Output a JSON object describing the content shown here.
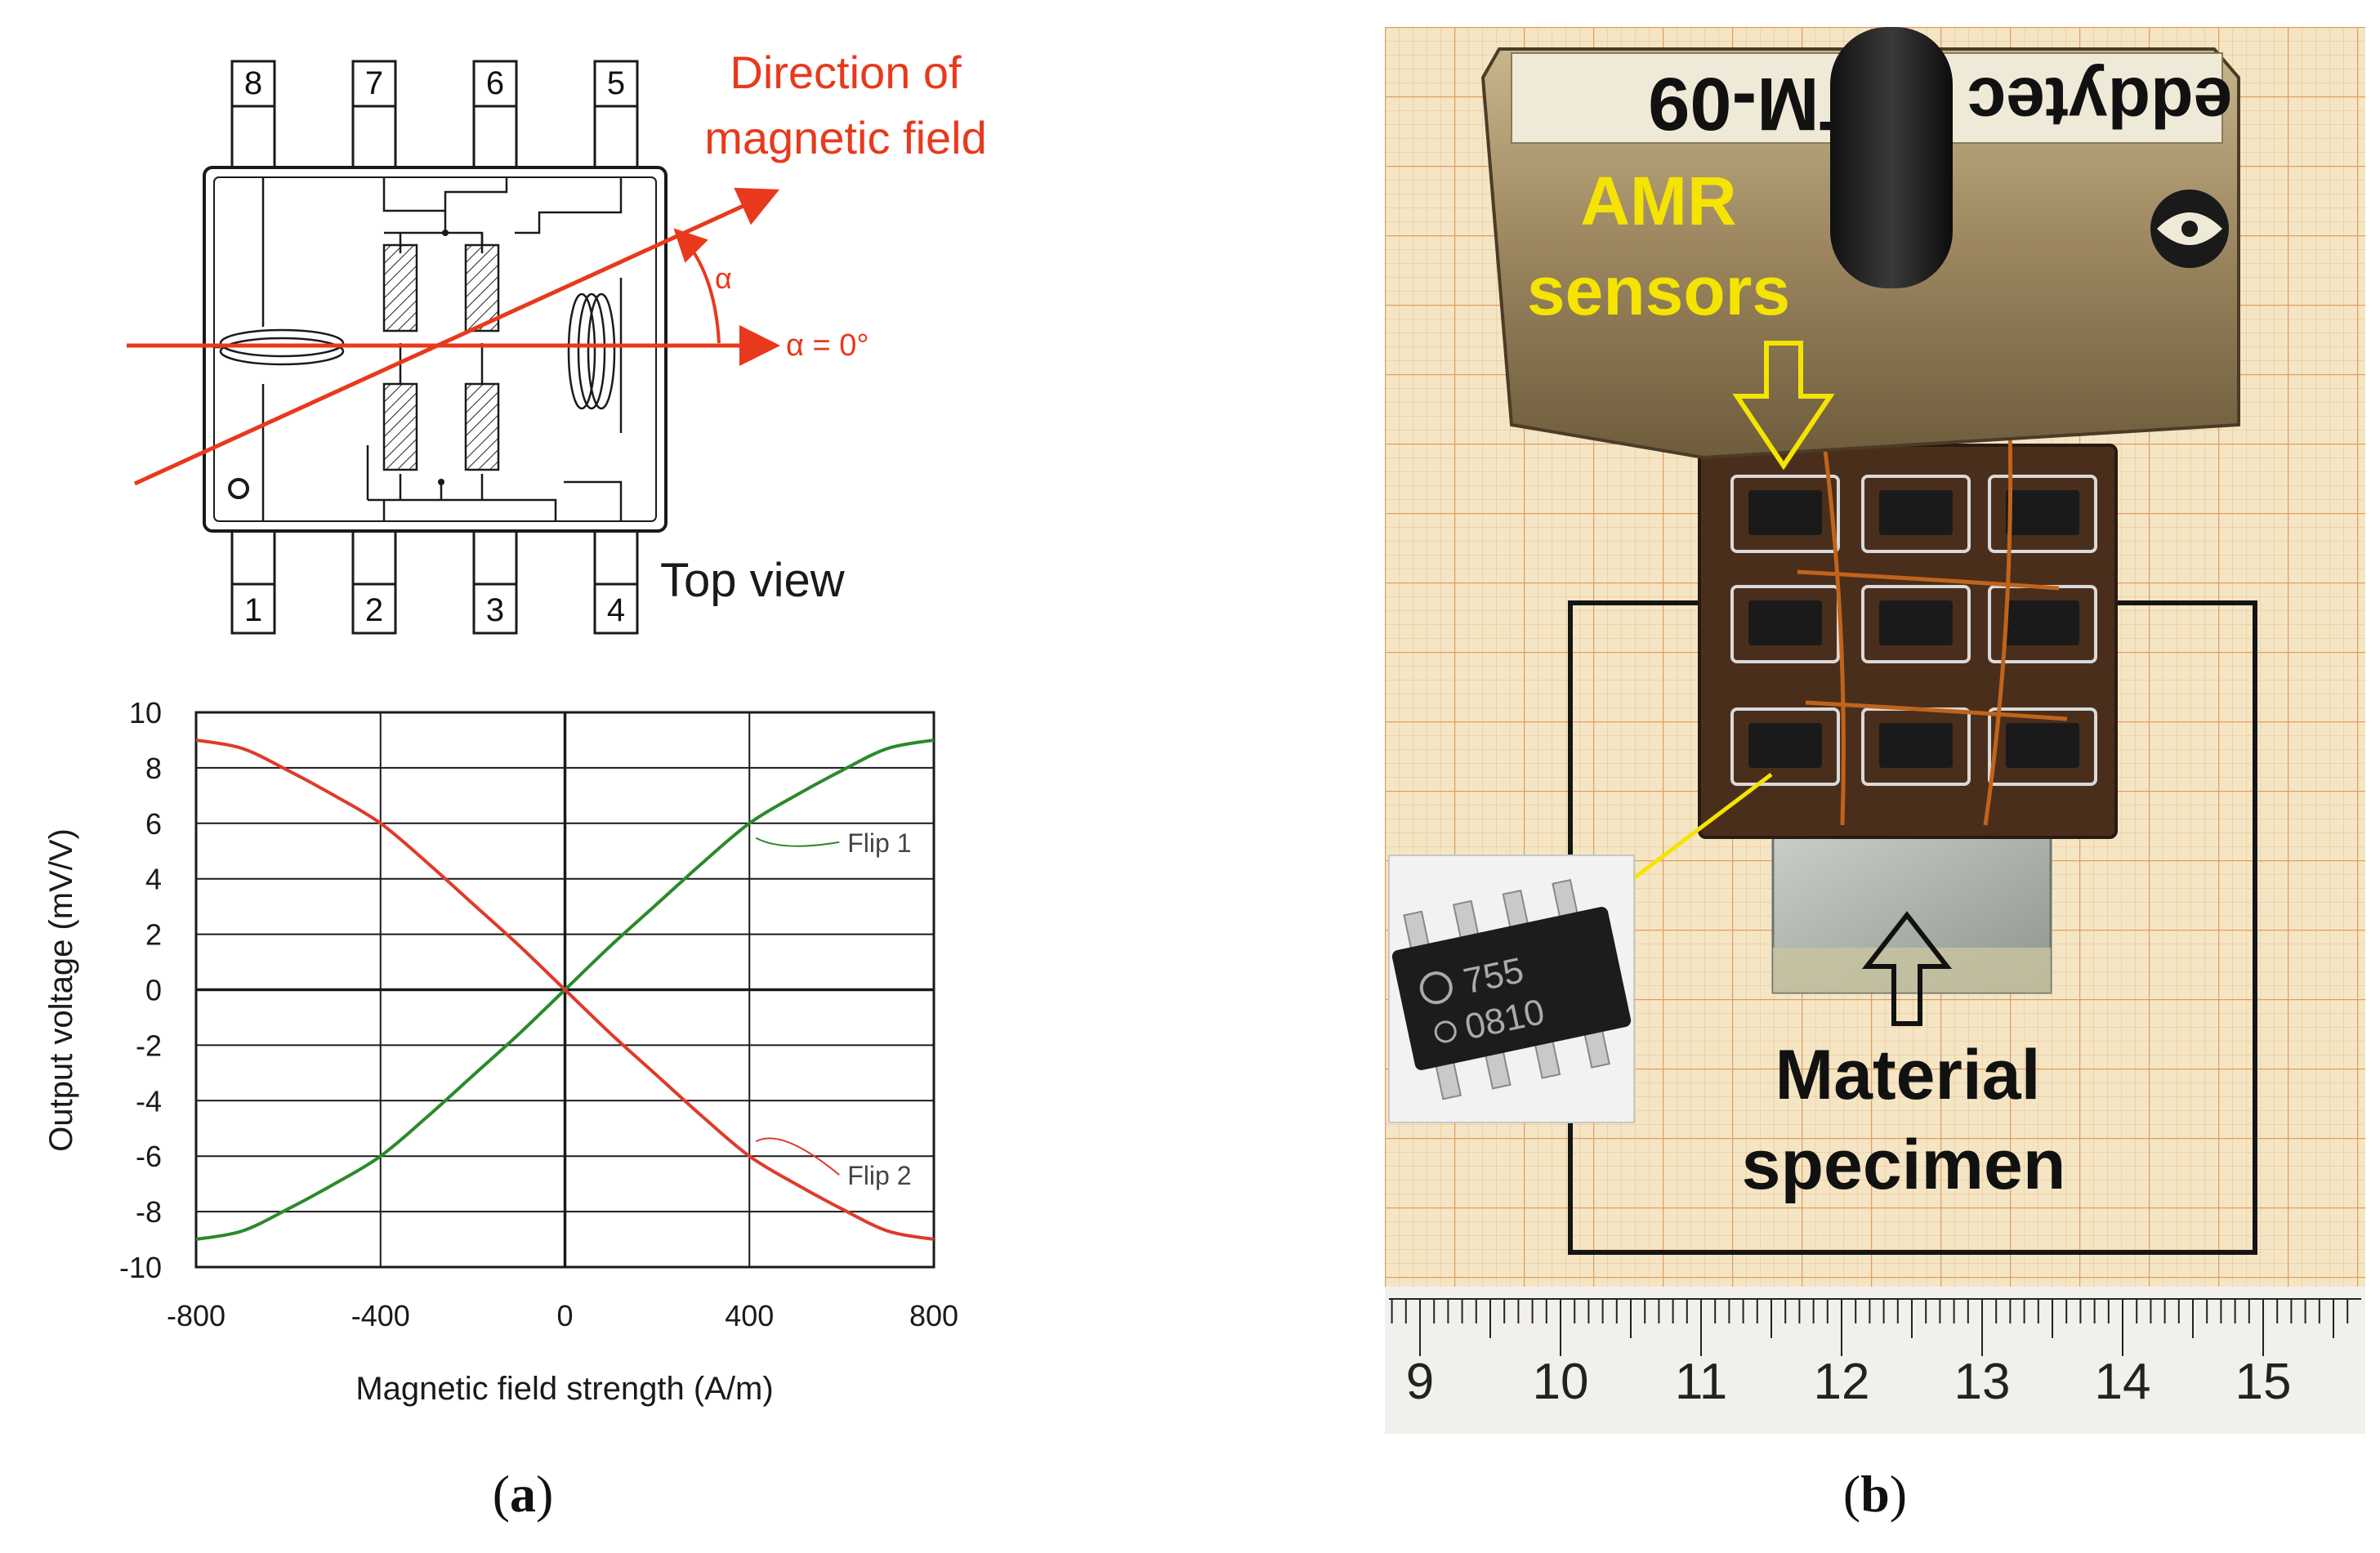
{
  "panel_a": {
    "diagram": {
      "pins_top": [
        "8",
        "7",
        "6",
        "5"
      ],
      "pins_bottom": [
        "1",
        "2",
        "3",
        "4"
      ],
      "field_label_line1": "Direction of",
      "field_label_line2": "magnetic field",
      "alpha_label": "α",
      "alpha_zero_label": "α = 0°",
      "top_view_label": "Top view",
      "colors": {
        "field": "#e8391c",
        "outline": "#1a1a1a"
      }
    },
    "chart_data": {
      "type": "line",
      "xlabel": "Magnetic field strength (A/m)",
      "ylabel": "Output voltage (mV/V)",
      "xlim": [
        -800,
        800
      ],
      "ylim": [
        -10,
        10
      ],
      "x_ticks": [
        "-800",
        "-400",
        "0",
        "400",
        "800"
      ],
      "y_ticks": [
        "10",
        "8",
        "6",
        "4",
        "2",
        "0",
        "-2",
        "-4",
        "-6",
        "-8",
        "-10"
      ],
      "grid": true,
      "series": [
        {
          "name": "Flip 1",
          "color": "#2a8a2a",
          "x": [
            -800,
            -700,
            -600,
            -500,
            -400,
            -300,
            -200,
            -100,
            0,
            100,
            200,
            300,
            400,
            500,
            600,
            700,
            800
          ],
          "y": [
            -9,
            -8.7,
            -7.9,
            -7.0,
            -6.0,
            -4.6,
            -3.1,
            -1.6,
            0,
            1.6,
            3.1,
            4.6,
            6.0,
            7.0,
            7.9,
            8.7,
            9
          ]
        },
        {
          "name": "Flip 2",
          "color": "#e03a2a",
          "x": [
            -800,
            -700,
            -600,
            -500,
            -400,
            -300,
            -200,
            -100,
            0,
            100,
            200,
            300,
            400,
            500,
            600,
            700,
            800
          ],
          "y": [
            9,
            8.7,
            7.9,
            7.0,
            6.0,
            4.6,
            3.1,
            1.6,
            0,
            -1.6,
            -3.1,
            -4.6,
            -6.0,
            -7.0,
            -7.9,
            -8.7,
            -9
          ]
        }
      ]
    },
    "caption": "(a)"
  },
  "panel_b": {
    "probe_text_1": "TM-09",
    "probe_text_2": "eddytec",
    "chip_marking_1": "755",
    "chip_marking_2": "0810",
    "label_sensors_1": "AMR",
    "label_sensors_2": "sensors",
    "label_specimen_1": "Material",
    "label_specimen_2": "specimen",
    "ruler_numbers": [
      "9",
      "10",
      "11",
      "12",
      "13",
      "14",
      "15"
    ],
    "colors": {
      "label_yellow": "#f5e400",
      "paper": "#f4e6c4",
      "grid": "#e8a874"
    },
    "caption": "(b)"
  }
}
